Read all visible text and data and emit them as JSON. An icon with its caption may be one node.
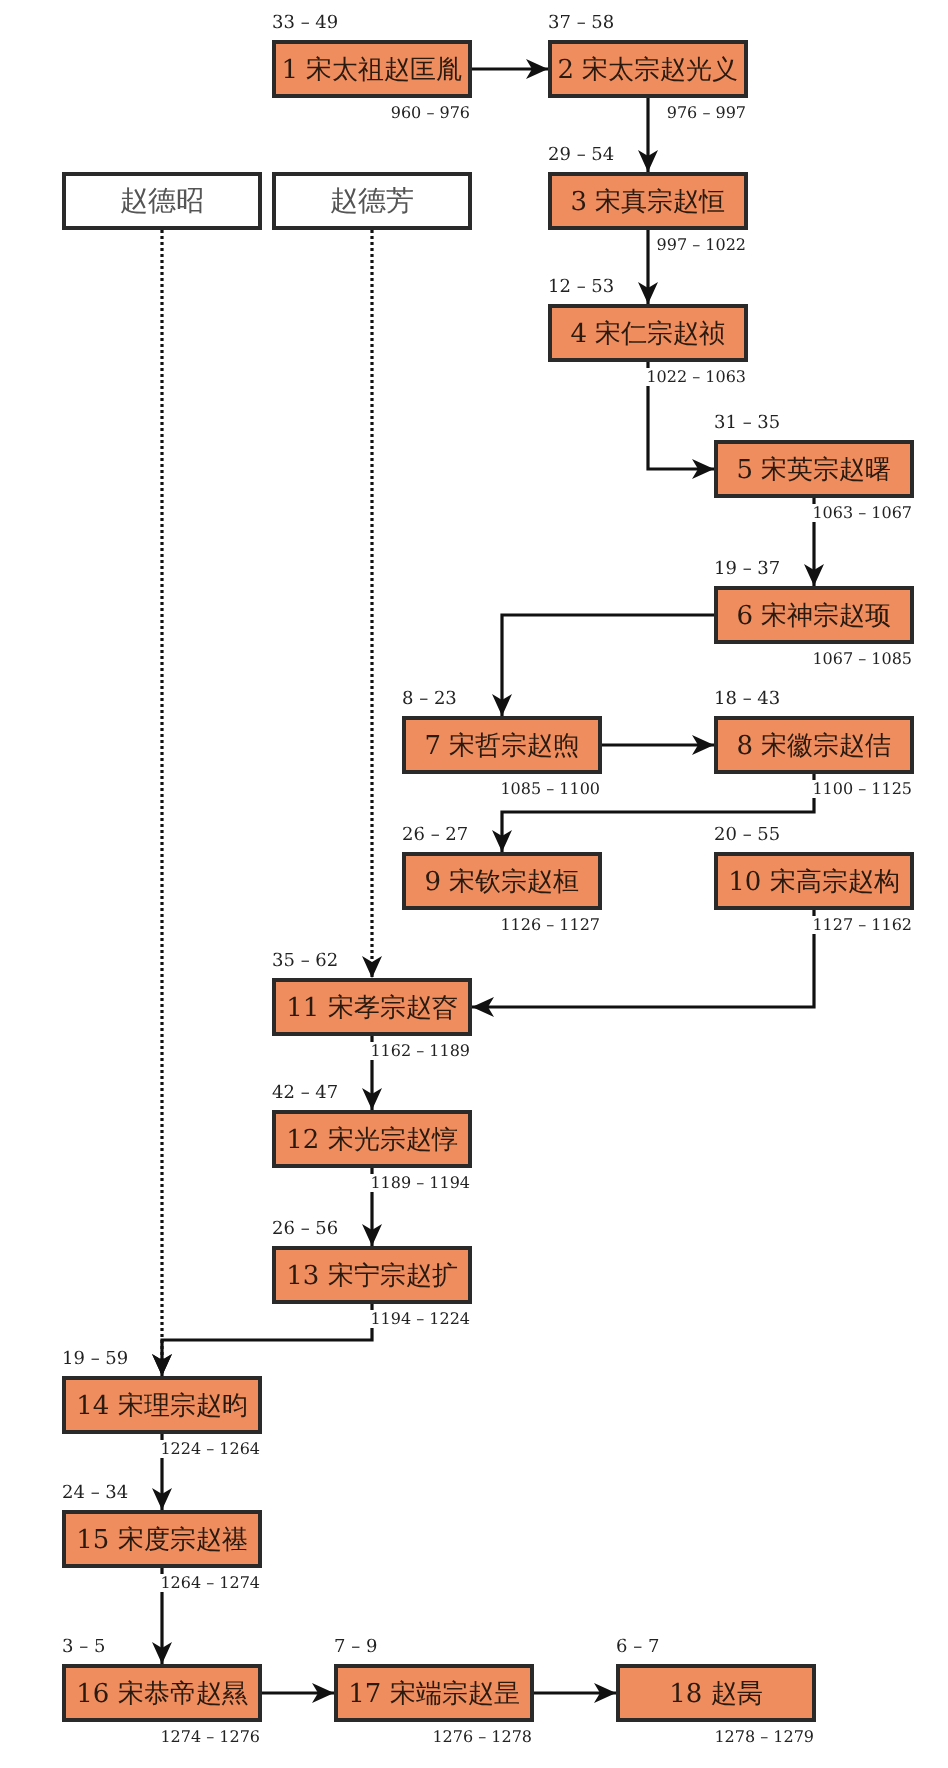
{
  "diagram": {
    "nodes": [
      {
        "text": [
          "1 宋太祖赵匡胤"
        ],
        "beside": [
          "33 – 49",
          "960 – 976"
        ]
      },
      {
        "text": [
          "2 宋太宗赵光义"
        ],
        "beside": [
          "37 – 58",
          "976 – 997"
        ]
      },
      {
        "text": [
          "赵德昭"
        ]
      },
      {
        "text": [
          "赵德芳"
        ]
      },
      {
        "text": [
          "3 宋真宗赵恒"
        ],
        "beside": [
          "29 – 54",
          "997 – 1022"
        ]
      },
      {
        "text": [
          "4 宋仁宗赵祯"
        ],
        "beside": [
          "12 – 53",
          "1022 – 1063"
        ]
      },
      {
        "text": [
          "5 宋英宗赵曙"
        ],
        "beside": [
          "31 – 35",
          "1063 – 1067"
        ]
      },
      {
        "text": [
          "6 宋神宗赵顼"
        ],
        "beside": [
          "19 – 37",
          "1067 – 1085"
        ]
      },
      {
        "text": [
          "7 宋哲宗赵煦"
        ],
        "beside": [
          "8 – 23",
          "1085 – 1100"
        ]
      },
      {
        "text": [
          "8 宋徽宗赵佶"
        ],
        "beside": [
          "18 – 43",
          "1100 – 1125"
        ]
      },
      {
        "text": [
          "9 宋钦宗赵桓"
        ],
        "beside": [
          "26 – 27",
          "1126 – 1127"
        ]
      },
      {
        "text": [
          "10 宋高宗赵构"
        ],
        "beside": [
          "20 – 55",
          "1127 – 1162"
        ]
      },
      {
        "text": [
          "11 宋孝宗赵昚"
        ],
        "beside": [
          "35 – 62",
          "1162 – 1189"
        ]
      },
      {
        "text": [
          "12 宋光宗赵惇"
        ],
        "beside": [
          "42 – 47",
          "1189 – 1194"
        ]
      },
      {
        "text": [
          "13 宋宁宗赵扩"
        ],
        "beside": [
          "26 – 56",
          "1194 – 1224"
        ]
      },
      {
        "text": [
          "14 宋理宗赵昀"
        ],
        "beside": [
          "19 – 59",
          "1224 – 1264"
        ]
      },
      {
        "text": [
          "15 宋度宗赵禥"
        ],
        "beside": [
          "24 – 34",
          "1264 – 1274"
        ]
      },
      {
        "text": [
          "16 宋恭帝赵㬎"
        ],
        "beside": [
          "3 – 5",
          "1274 – 1276"
        ]
      },
      {
        "text": [
          "17 宋端宗赵昰"
        ],
        "beside": [
          "7 – 9",
          "1276 – 1278"
        ]
      },
      {
        "text": [
          "18 赵昺"
        ],
        "beside": [
          "6 – 7",
          "1278 – 1279"
        ]
      }
    ],
    "edges": [
      {
        "from": 0,
        "to": 1,
        "arrow": "to"
      },
      {
        "from": 1,
        "to": 4,
        "arrow": "to"
      },
      {
        "from": 4,
        "to": 5,
        "arrow": "to"
      },
      {
        "from": 5,
        "to": 6,
        "arrow": "to"
      },
      {
        "from": 6,
        "to": 7,
        "arrow": "to"
      },
      {
        "from": 7,
        "to": 8,
        "arrow": "to"
      },
      {
        "from": 8,
        "to": 9,
        "arrow": "to"
      },
      {
        "from": 9,
        "to": 10,
        "arrow": "to"
      },
      {
        "from": 11,
        "to": 12,
        "arrow": "to"
      },
      {
        "from": 12,
        "to": 13,
        "arrow": "to"
      },
      {
        "from": 13,
        "to": 14,
        "arrow": "to"
      },
      {
        "from": 14,
        "to": 15,
        "arrow": "to"
      },
      {
        "from": 15,
        "to": 16,
        "arrow": "to"
      },
      {
        "from": 16,
        "to": 17,
        "arrow": "to"
      },
      {
        "from": 17,
        "to": 18,
        "arrow": "to"
      },
      {
        "from": 18,
        "to": 19,
        "arrow": "to"
      },
      {
        "from": 3,
        "to": 12,
        "arrow": "to",
        "style": "dashed"
      },
      {
        "from": 2,
        "to": 15,
        "arrow": "to",
        "style": "dashed"
      }
    ]
  }
}
